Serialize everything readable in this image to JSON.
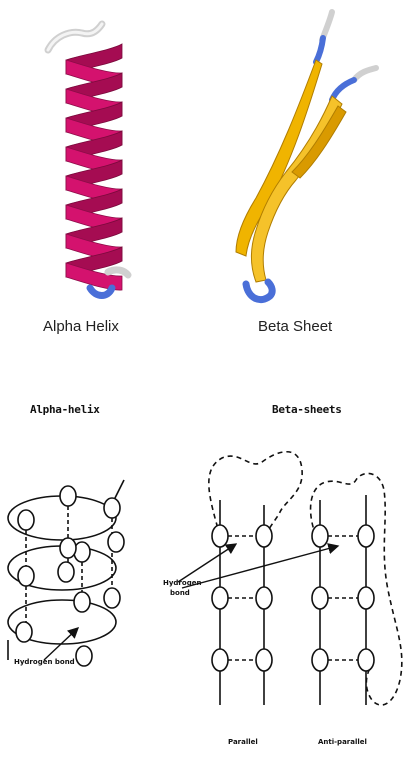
{
  "top_panel": {
    "helix_caption": "Alpha Helix",
    "sheet_caption": "Beta Sheet",
    "colors": {
      "helix": "#d4126e",
      "sheet": "#f0b400",
      "loop": "#4a6fd8",
      "coil": "#e6e6e6"
    }
  },
  "bottom_panel": {
    "helix_heading": "Alpha-helix",
    "sheets_heading": "Beta-sheets",
    "helix_hbond_label": "Hydrogen bond",
    "sheet_hbond_label_line1": "Hydrogen",
    "sheet_hbond_label_line2": "bond",
    "parallel_label": "Parallel",
    "antiparallel_label": "Anti-parallel"
  }
}
